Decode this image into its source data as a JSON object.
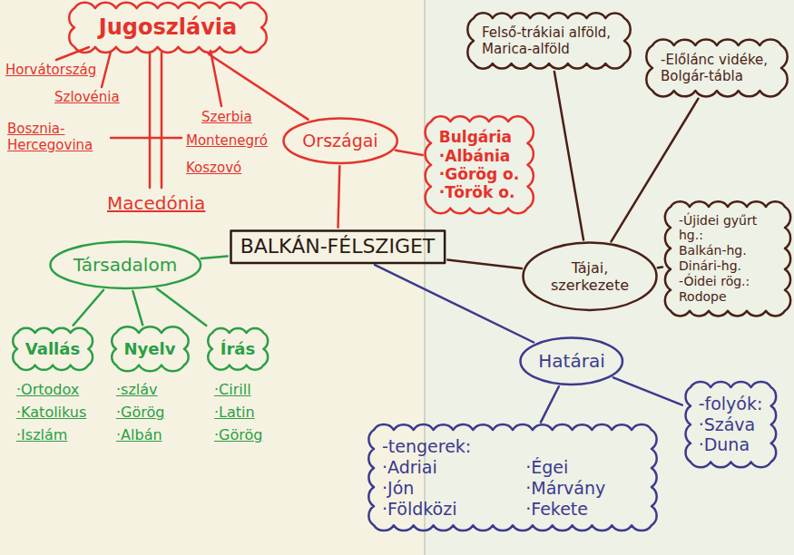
{
  "diagram": {
    "nodes": [
      {
        "text": [
          "Jugoszlávia"
        ]
      },
      {
        "text": [
          "Országai"
        ]
      },
      {
        "text": [
          "Bulgária",
          "·Albánia",
          "·Görög o.",
          "·Török o."
        ]
      },
      {
        "text": [
          "Felső-trákiai alföld,",
          "Marica-alföld"
        ]
      },
      {
        "text": [
          "-Előlánc vidéke,",
          "Bolgár-tábla"
        ]
      },
      {
        "text": [
          "BALKÁN-FÉLSZIGET"
        ]
      },
      {
        "text": [
          "Társadalom"
        ]
      },
      {
        "text": [
          "Tájai, szerkezete"
        ]
      },
      {
        "text": [
          "-Újidei gyűrt hg.:",
          "Balkán-hg.",
          "Dinári-hg.",
          "-Óidei rög.:",
          "Rodope"
        ]
      },
      {
        "text": [
          "Határai"
        ]
      },
      {
        "text": [
          "Vallás"
        ]
      },
      {
        "text": [
          "Nyelv"
        ]
      },
      {
        "text": [
          "Írás"
        ]
      },
      {
        "text": [
          "-tengerek:",
          "·Adriai",
          "·Jón",
          "·Földközi",
          "·Égei",
          "·Márvány",
          "·Fekete"
        ]
      },
      {
        "text": [
          "-folyók:",
          "·Száva",
          "·Duna"
        ]
      }
    ],
    "edges": [
      {
        "from": 0,
        "to": 1,
        "arrow": "none"
      },
      {
        "from": 1,
        "to": 5,
        "arrow": "none"
      },
      {
        "from": 1,
        "to": 2,
        "arrow": "none"
      },
      {
        "from": 5,
        "to": 6,
        "arrow": "none"
      },
      {
        "from": 5,
        "to": 7,
        "arrow": "none"
      },
      {
        "from": 5,
        "to": 9,
        "arrow": "none"
      },
      {
        "from": 7,
        "to": 3,
        "arrow": "none"
      },
      {
        "from": 7,
        "to": 4,
        "arrow": "none"
      },
      {
        "from": 7,
        "to": 8,
        "arrow": "none"
      },
      {
        "from": 6,
        "to": 10,
        "arrow": "none"
      },
      {
        "from": 6,
        "to": 11,
        "arrow": "none"
      },
      {
        "from": 6,
        "to": 12,
        "arrow": "none"
      },
      {
        "from": 9,
        "to": 13,
        "arrow": "none"
      },
      {
        "from": 9,
        "to": 14,
        "arrow": "none"
      }
    ],
    "labels": [
      "Horvátország",
      "Szlovénia",
      "Bosznia-Hercegovina",
      "Szerbia",
      "Montenegró",
      "Koszovó",
      "Macedónia",
      "·Ortodox",
      "·Katolikus",
      "·Iszlám",
      "·szláv",
      "·Görög",
      "·Albán",
      "·Cirill",
      "·Latin",
      "·Görög"
    ]
  }
}
